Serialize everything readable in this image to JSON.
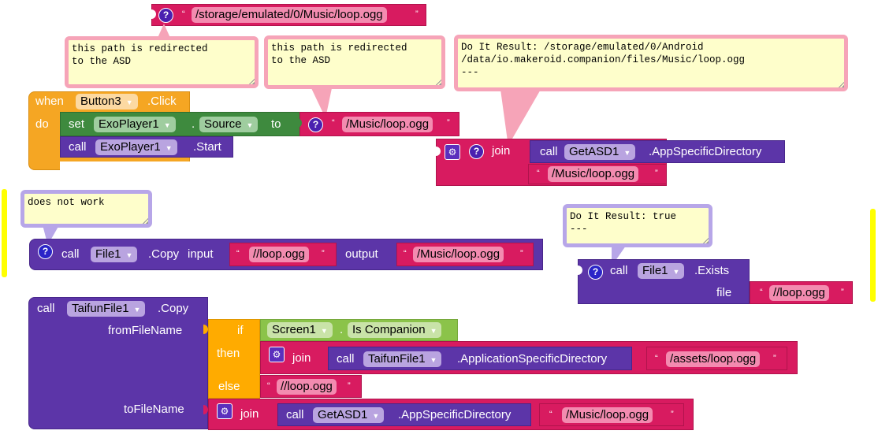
{
  "top_string": {
    "text": "/storage/emulated/0/Music/loop.ogg"
  },
  "comments": {
    "redirect_1": "this path is redirected\nto the ASD",
    "redirect_2": "this path is redirected\nto the ASD",
    "join_result": "Do It Result: /storage/emulated/0/Android\n/data/io.makeroid.companion/files/Music/loop.ogg\n---",
    "does_not_work": "does not work",
    "exists_result": "Do It Result: true\n---"
  },
  "event_block": {
    "when": "when",
    "component": "Button3",
    "event": ".Click",
    "do": "do",
    "set_block": {
      "set": "set",
      "component": "ExoPlayer1",
      "dot": ".",
      "property": "Source",
      "to": "to",
      "value": "/Music/loop.ogg"
    },
    "call_block": {
      "call": "call",
      "component": "ExoPlayer1",
      "method": ".Start"
    }
  },
  "join_block_1": {
    "join": "join",
    "call": "call",
    "component": "GetASD1",
    "method": ".AppSpecificDirectory",
    "string": "/Music/loop.ogg"
  },
  "copy_block": {
    "call": "call",
    "component": "File1",
    "method": ".Copy",
    "input_label": "input",
    "input_value": "//loop.ogg",
    "output_label": "output",
    "output_value": "/Music/loop.ogg"
  },
  "exists_block": {
    "call": "call",
    "component": "File1",
    "method": ".Exists",
    "file_label": "file",
    "file_value": "//loop.ogg"
  },
  "taifun_block": {
    "call": "call",
    "component": "TaifunFile1",
    "method": ".Copy",
    "from_label": "fromFileName",
    "to_label": "toFileName",
    "if_block": {
      "if": "if",
      "then": "then",
      "else": "else",
      "condition_component": "Screen1",
      "dot": ".",
      "condition_property": "Is Companion",
      "then_join": "join",
      "then_call": "call",
      "then_component": "TaifunFile1",
      "then_method": ".ApplicationSpecificDirectory",
      "then_string": "/assets/loop.ogg",
      "else_string": "//loop.ogg"
    },
    "to_join": "join",
    "to_call": "call",
    "to_component": "GetASD1",
    "to_method": ".AppSpecificDirectory",
    "to_string": "/Music/loop.ogg"
  },
  "glyphs": {
    "open_quote": "“",
    "close_quote": "”",
    "help": "?",
    "gear": "⚙",
    "dropdown": "▼"
  }
}
